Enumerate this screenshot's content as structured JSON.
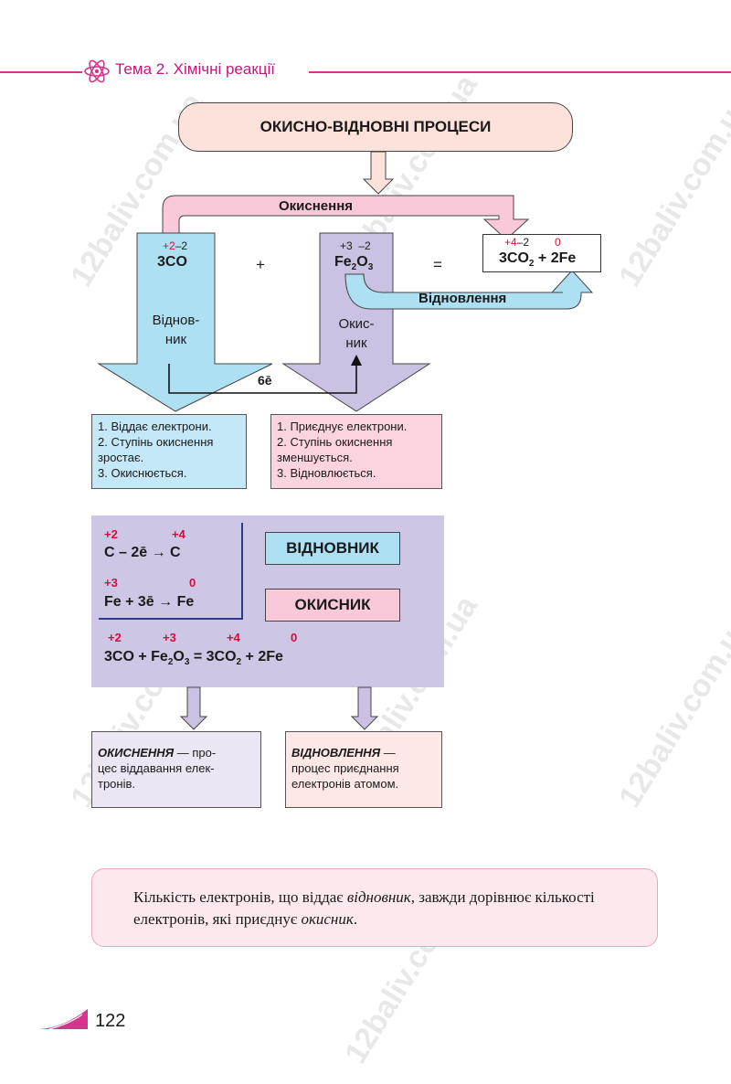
{
  "header": {
    "title": "Тема 2. Хімічні реакції"
  },
  "scheme": {
    "title": "ОКИСНО-ВІДНОВНІ ПРОЦЕСИ",
    "oxidation_label": "Окиснення",
    "reduction_label": "Відновлення",
    "reactant1": {
      "ox_left": "+2",
      "ox_right": "–2",
      "formula": "3CO"
    },
    "plus": "+",
    "reactant2": {
      "ox_left": "+3",
      "ox_right": "–2",
      "formula_main": "Fe",
      "sub1": "2",
      "formula_mid": "O",
      "sub2": "3"
    },
    "equals": "=",
    "product": {
      "ox1": "+4",
      "ox2": "–2",
      "ox3": "0",
      "formula_a": "3CO",
      "sub": "2",
      "formula_b": " + 2Fe"
    },
    "reducer_word_1": "Віднов-",
    "reducer_word_2": "ник",
    "oxidizer_word_1": "Окис-",
    "oxidizer_word_2": "ник",
    "electrons": "6ē",
    "reducer_info": [
      "1. Віддає електрони.",
      "2. Ступінь окиснення",
      "зростає.",
      "3. Окиснюється."
    ],
    "oxidizer_info": [
      "1. Приєднує електрони.",
      "2. Ступінь окиснення",
      "зменшується.",
      "3. Відновлюється."
    ]
  },
  "half_reactions": {
    "r1_ox_left": "+2",
    "r1_ox_right": "+4",
    "r1_text": "C – 2ē → C",
    "r2_ox_left": "+3",
    "r2_ox_right": "0",
    "r2_text": "Fe + 3ē → Fe",
    "reducer_label": "ВІДНОВНИК",
    "oxidizer_label": "ОКИСНИК",
    "full_ox": [
      "+2",
      "+3",
      "+4",
      "0"
    ],
    "full_a": "3CO + Fe",
    "full_sub1": "2",
    "full_b": "O",
    "full_sub2": "3",
    "full_c": " = 3CO",
    "full_sub3": "2",
    "full_d": " + 2Fe"
  },
  "definitions": {
    "oxidation_term": "ОКИСНЕННЯ",
    "oxidation_rest_1": " — про-",
    "oxidation_rest_2": "цес віддавання елек-",
    "oxidation_rest_3": "тронів.",
    "reduction_term": "ВІДНОВЛЕННЯ",
    "reduction_rest_1": " —",
    "reduction_rest_2": "процес приєднання",
    "reduction_rest_3": "електронів атомом."
  },
  "rule": {
    "part1": "Кількість електронів, що віддає ",
    "term1": "відновник",
    "part2": ", завжди дорівнює кількості електронів, які приєднує ",
    "term2": "окисник",
    "part3": "."
  },
  "footer": {
    "page_number": "122"
  },
  "watermark": "12baliv.com.ua",
  "colors": {
    "accent": "#d6338a",
    "title_box": "#fde2dc",
    "arrow_pink": "#f9c9d9",
    "arrow_blue": "#aee0f3",
    "arrow_violet": "#cbc1e2",
    "panel_violet": "#cdc6e4",
    "def_pink": "#fde8e6",
    "def_lavender": "#ece6f4"
  }
}
